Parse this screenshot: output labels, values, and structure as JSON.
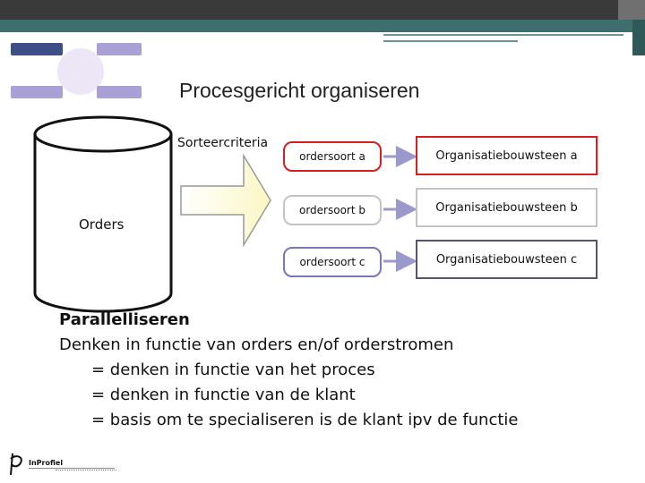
{
  "title": "Procesgericht organiseren",
  "diagram": {
    "store_label": "Orders",
    "sort_label": "Sorteercriteria",
    "order_types": [
      {
        "label": "ordersoort a",
        "border_color": "#d42020"
      },
      {
        "label": "ordersoort b",
        "border_color": "#c4c4c4"
      },
      {
        "label": "ordersoort c",
        "border_color": "#7878b4"
      }
    ],
    "building_blocks": [
      {
        "label": "Organisatiebouwsteen a",
        "border_color": "#d42020"
      },
      {
        "label": "Organisatiebouwsteen b",
        "border_color": "#c4c4c4"
      },
      {
        "label": "Organisatiebouwsteen c",
        "border_color": "#555570"
      }
    ],
    "connector_color": "#9999cc"
  },
  "body": {
    "heading": "Parallelliseren",
    "lines": [
      "Denken in functie van orders en/of orderstromen",
      "= denken in functie van het proces",
      "= denken in functie van de klant",
      "= basis om te specialiseren is de klant ipv de functie"
    ]
  },
  "logo": {
    "name": "InProfiel"
  },
  "colors": {
    "header_bar": "#3a3a3a",
    "header_band": "#3f6e6e"
  }
}
